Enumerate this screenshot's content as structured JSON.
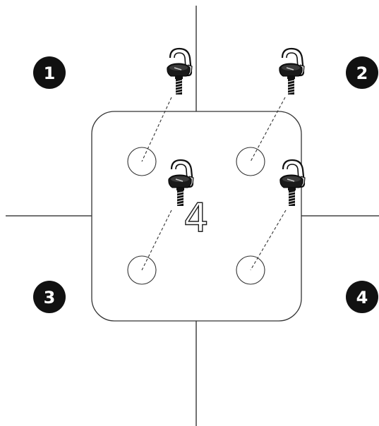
{
  "diagram": {
    "center_label": "4",
    "badges": [
      {
        "id": 1,
        "label": "1"
      },
      {
        "id": 2,
        "label": "2"
      },
      {
        "id": 3,
        "label": "3"
      },
      {
        "id": 4,
        "label": "4"
      }
    ],
    "colors": {
      "line": "#444444",
      "badge_fill": "#111111",
      "badge_text": "#ffffff",
      "screw_dark": "#111111"
    },
    "icons": {
      "screw": "thumb-screw-icon",
      "hole": "mounting-hole",
      "badge": "step-number-badge"
    }
  }
}
